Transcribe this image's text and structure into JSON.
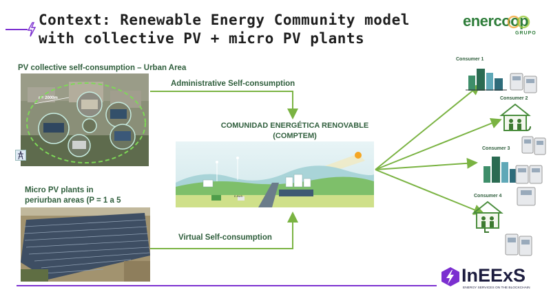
{
  "title": {
    "line1": "Context: Renewable Energy Community model",
    "line2": "with collective PV + micro PV plants"
  },
  "logos": {
    "enercoop_main": "enercoop",
    "enercoop_sub": "GRUPO",
    "ineexs_main": "InEExS",
    "ineexs_sub": "ENERGY SERVICES ON THE BLOCKCHAIN"
  },
  "left_top": {
    "caption": "PV collective self-consumption – Urban Area",
    "radius_label": "r = 2000m"
  },
  "left_bottom": {
    "caption_line1": "Micro PV plants in",
    "caption_line2": "periurban areas (P = 1 a 5"
  },
  "arrows": {
    "admin": "Administrative Self-consumption",
    "virtual": "Virtual Self-consumption"
  },
  "community": {
    "line1": "COMUNIDAD ENERGÉTICA RENOVABLE",
    "line2": "(COMPTEM)",
    "scene_sign": "E-BUS"
  },
  "consumers": [
    {
      "label": "Consumer 1"
    },
    {
      "label": "Consumer 2"
    },
    {
      "label": "Consumer 3"
    },
    {
      "label": "Consumer 4"
    }
  ],
  "colors": {
    "accent_purple": "#7b2fd0",
    "arrow_green": "#7ab342",
    "text_green": "#2f5e3c",
    "enercoop_green": "#2e7d3a"
  }
}
